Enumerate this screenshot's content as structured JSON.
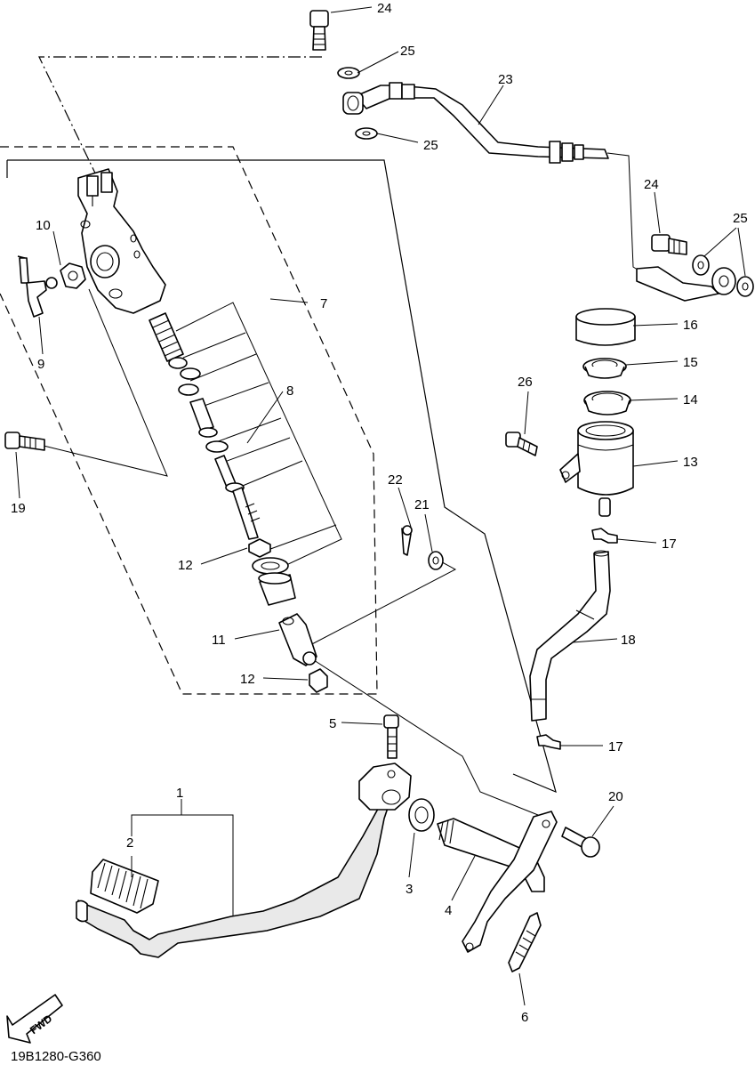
{
  "diagram": {
    "code": "19B1280-G360",
    "fwd_label": "FWD",
    "callouts": [
      {
        "id": "c1",
        "text": "1"
      },
      {
        "id": "c2",
        "text": "2"
      },
      {
        "id": "c3",
        "text": "3"
      },
      {
        "id": "c4",
        "text": "4"
      },
      {
        "id": "c5",
        "text": "5"
      },
      {
        "id": "c6",
        "text": "6"
      },
      {
        "id": "c7",
        "text": "7"
      },
      {
        "id": "c8",
        "text": "8"
      },
      {
        "id": "c9",
        "text": "9"
      },
      {
        "id": "c10",
        "text": "10"
      },
      {
        "id": "c11",
        "text": "11"
      },
      {
        "id": "c12a",
        "text": "12"
      },
      {
        "id": "c12b",
        "text": "12"
      },
      {
        "id": "c13",
        "text": "13"
      },
      {
        "id": "c14",
        "text": "14"
      },
      {
        "id": "c15",
        "text": "15"
      },
      {
        "id": "c16",
        "text": "16"
      },
      {
        "id": "c17a",
        "text": "17"
      },
      {
        "id": "c17b",
        "text": "17"
      },
      {
        "id": "c18",
        "text": "18"
      },
      {
        "id": "c19",
        "text": "19"
      },
      {
        "id": "c20",
        "text": "20"
      },
      {
        "id": "c21",
        "text": "21"
      },
      {
        "id": "c22",
        "text": "22"
      },
      {
        "id": "c23",
        "text": "23"
      },
      {
        "id": "c24a",
        "text": "24"
      },
      {
        "id": "c24b",
        "text": "24"
      },
      {
        "id": "c25a",
        "text": "25"
      },
      {
        "id": "c25b",
        "text": "25"
      },
      {
        "id": "c25c",
        "text": "25"
      },
      {
        "id": "c26",
        "text": "26"
      }
    ]
  }
}
